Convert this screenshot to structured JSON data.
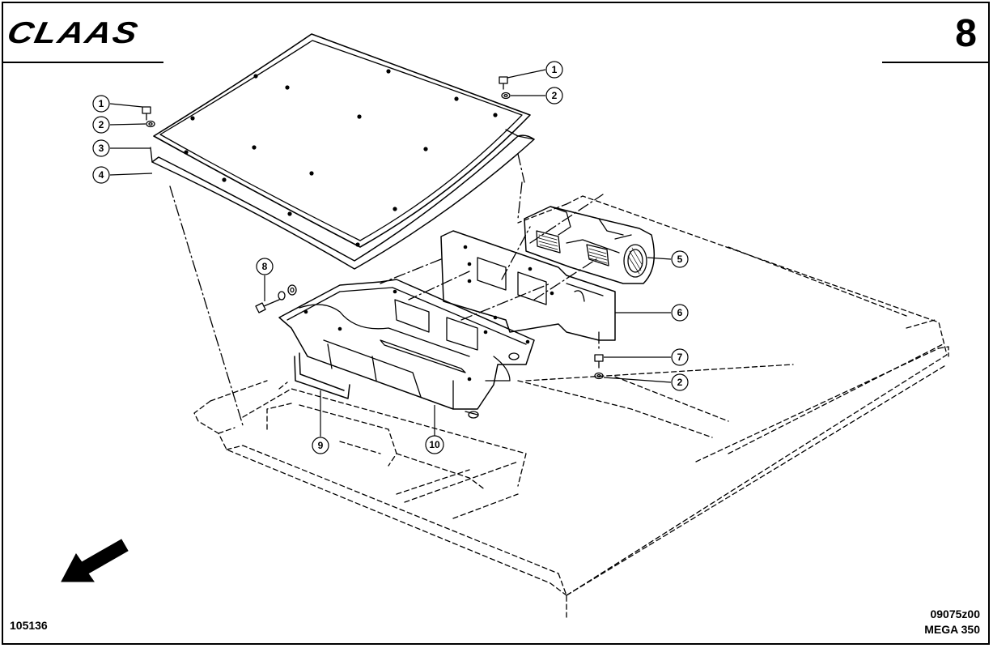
{
  "header": {
    "brand": "CLAAS",
    "page_number": "8"
  },
  "footer": {
    "figure_id": "105136",
    "drawing_number": "09075z00",
    "model": "MEGA 350"
  },
  "callouts": [
    {
      "label": "1",
      "part": "screw"
    },
    {
      "label": "2",
      "part": "washer"
    },
    {
      "label": "3",
      "part": "cover panel"
    },
    {
      "label": "4",
      "part": "gasket"
    },
    {
      "label": "1",
      "part": "screw"
    },
    {
      "label": "2",
      "part": "washer"
    },
    {
      "label": "5",
      "part": "blower unit"
    },
    {
      "label": "6",
      "part": "mounting plate"
    },
    {
      "label": "7",
      "part": "screw"
    },
    {
      "label": "2",
      "part": "washer"
    },
    {
      "label": "8",
      "part": "bolt"
    },
    {
      "label": "9",
      "part": "bracket"
    },
    {
      "label": "10",
      "part": "housing"
    }
  ],
  "icons": {
    "direction": "arrow-down-left-icon"
  }
}
